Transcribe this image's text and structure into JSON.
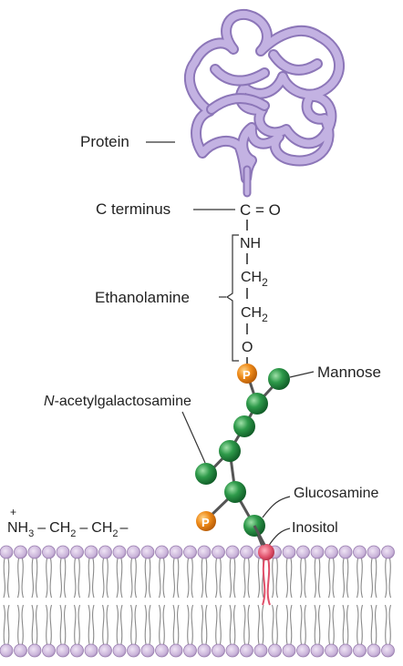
{
  "labels": {
    "protein": "Protein",
    "c_terminus": "C terminus",
    "carbonyl": "C = O",
    "ethanolamine": "Ethanolamine",
    "nh": "NH",
    "ch2_a": "CH",
    "ch2_b": "CH",
    "subscript_two": "2",
    "oxygen": "O",
    "phosphate": "P",
    "n_acetylgalactosamine_prefix": "N",
    "n_acetylgalactosamine_rest": "-acetylgalactosamine",
    "mannose": "Mannose",
    "glucosamine": "Glucosamine",
    "inositol": "Inositol",
    "amine_plus": "+",
    "amine_group": "NH",
    "amine_sub": "3",
    "chain_dash1": "–",
    "chain_ch2_a": "CH",
    "chain_dash2": "–",
    "chain_ch2_b": "CH",
    "chain_dash3": "–"
  },
  "colors": {
    "protein": "#b9a6dc",
    "protein_outline": "#8c76b8",
    "phosphate": "#e88a1a",
    "sugar": "#2e9a4a",
    "inositol": "#e0506a",
    "membrane_head": "#c9b3d9",
    "membrane_head_outline": "#9a7fb0",
    "lipid_tail": "#8a8a8a"
  }
}
